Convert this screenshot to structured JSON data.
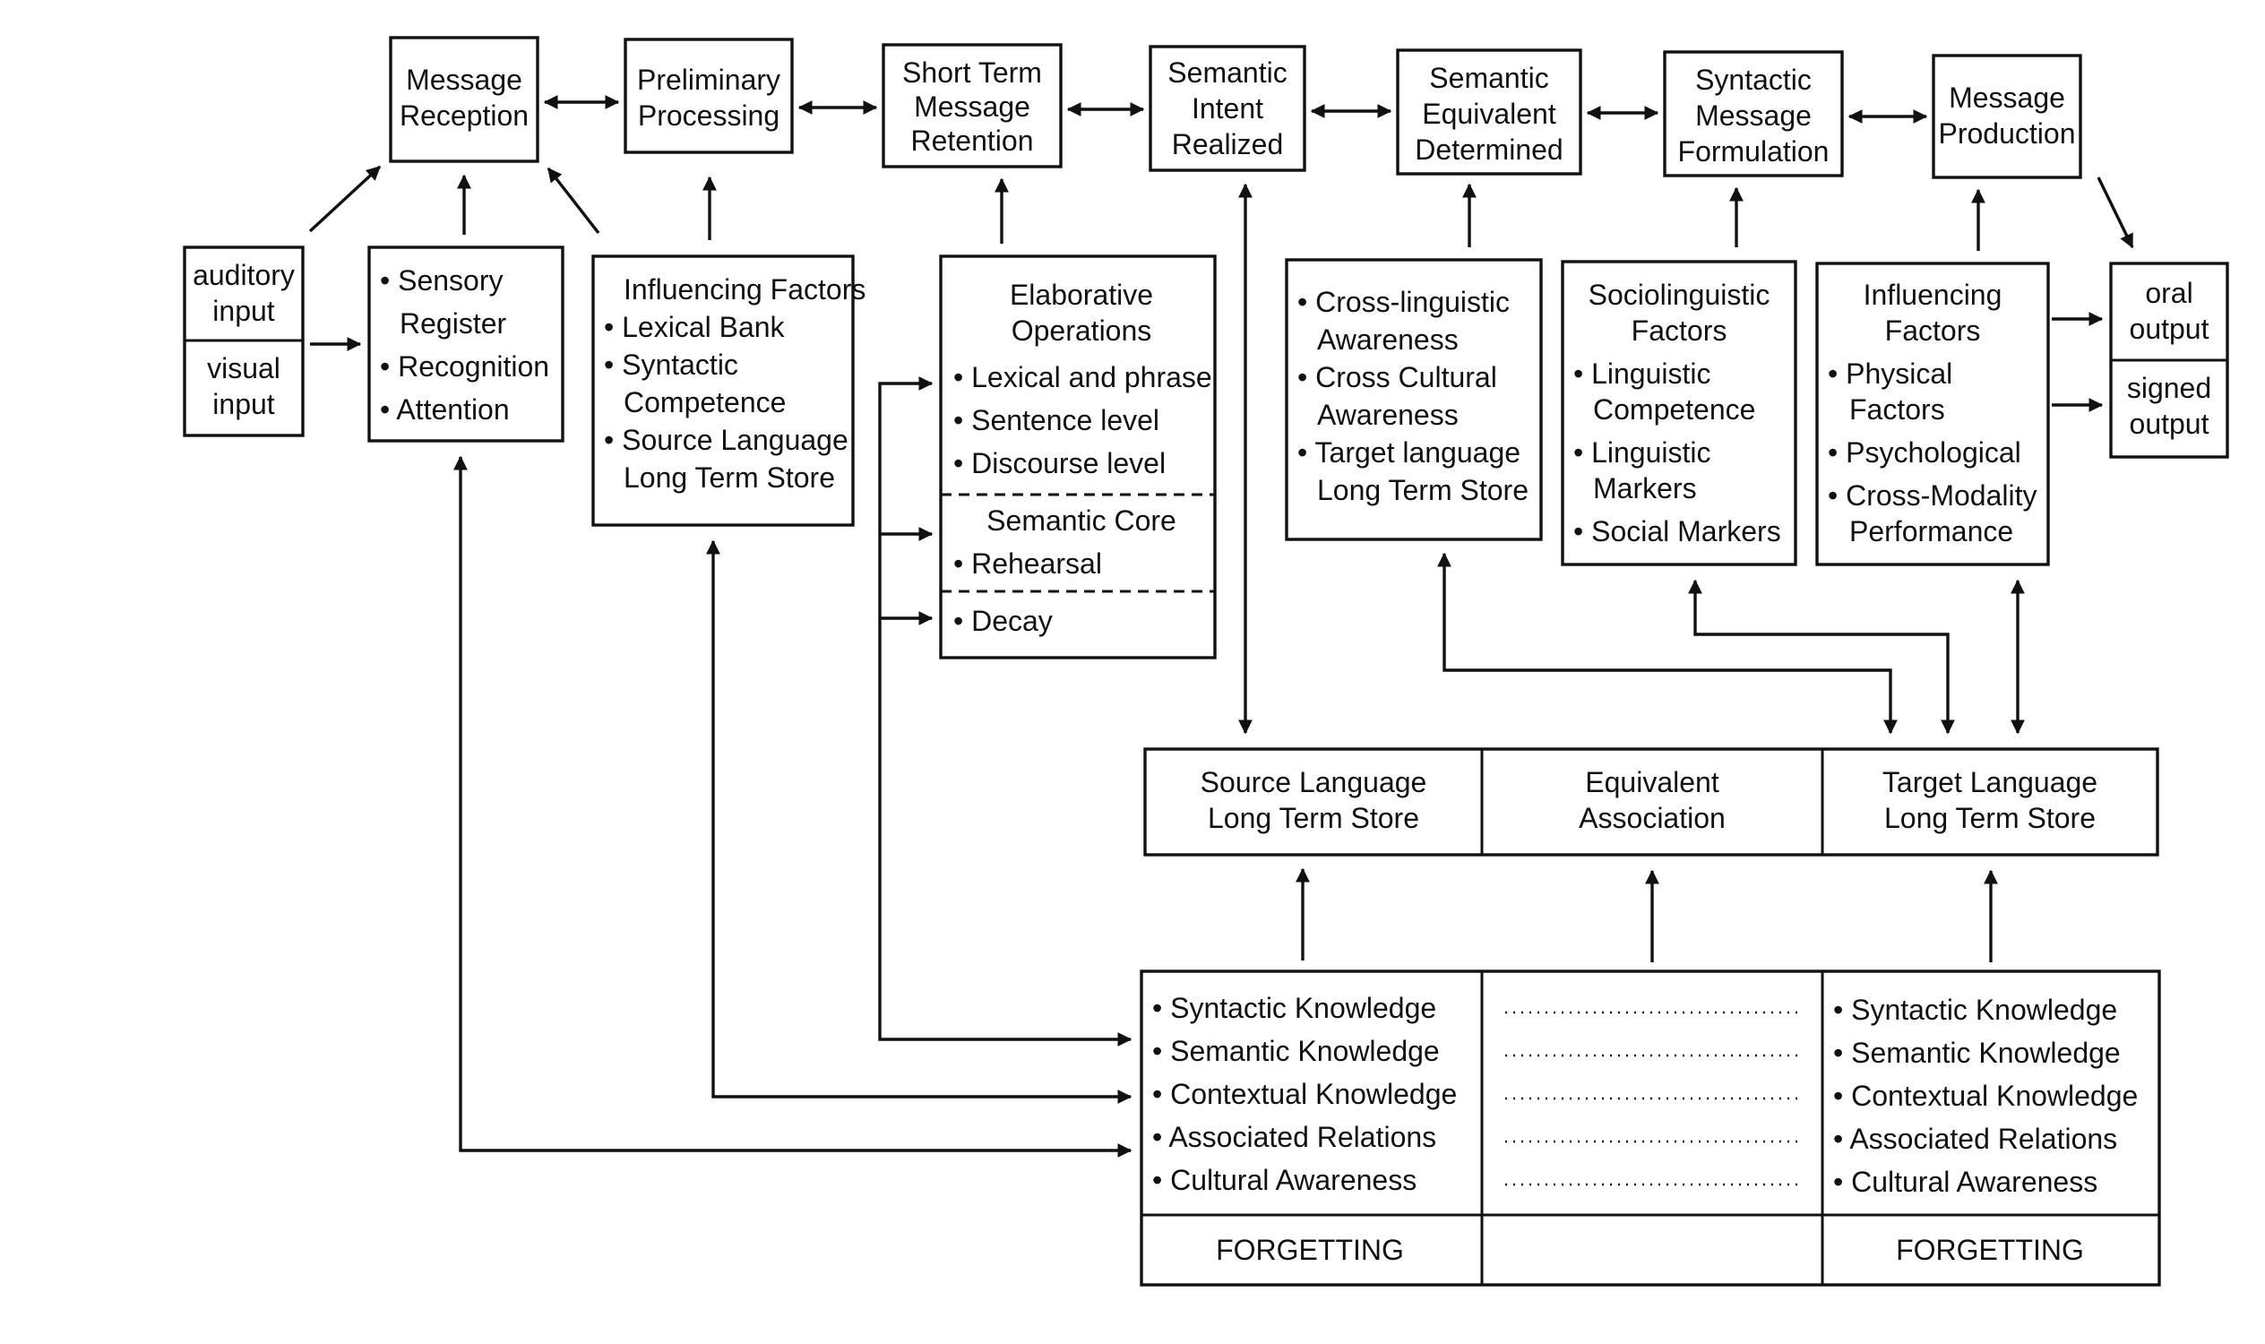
{
  "top_row": {
    "message_reception": [
      "Message",
      "Reception"
    ],
    "preliminary_processing": [
      "Preliminary",
      "Processing"
    ],
    "short_term_retention": [
      "Short Term",
      "Message",
      "Retention"
    ],
    "semantic_intent": [
      "Semantic",
      "Intent",
      "Realized"
    ],
    "semantic_equivalent": [
      "Semantic",
      "Equivalent",
      "Determined"
    ],
    "syntactic_formulation": [
      "Syntactic",
      "Message",
      "Formulation"
    ],
    "message_production": [
      "Message",
      "Production"
    ]
  },
  "inputs": {
    "auditory": [
      "auditory",
      "input"
    ],
    "visual": [
      "visual",
      "input"
    ]
  },
  "sensory": [
    "• Sensory",
    "Register",
    "• Recognition",
    "• Attention"
  ],
  "influencing_source": [
    "Influencing Factors",
    "• Lexical Bank",
    "• Syntactic",
    "Competence",
    "• Source Language",
    "Long Term Store"
  ],
  "elaborative": {
    "top": [
      "Elaborative",
      "Operations",
      "• Lexical and phrase",
      "• Sentence level",
      "• Discourse level"
    ],
    "middle": [
      "Semantic Core",
      "• Rehearsal"
    ],
    "bottom": [
      "• Decay"
    ]
  },
  "cross_awareness": [
    "• Cross-linguistic",
    "Awareness",
    "• Cross Cultural",
    "Awareness",
    "• Target language",
    "Long Term Store"
  ],
  "sociolinguistic": [
    "Sociolinguistic",
    "Factors",
    "• Linguistic",
    "Competence",
    "• Linguistic",
    "Markers",
    "• Social Markers"
  ],
  "influencing_target": [
    "Influencing",
    "Factors",
    "• Physical",
    "Factors",
    "• Psychological",
    "• Cross-Modality",
    "Performance"
  ],
  "outputs": {
    "oral": [
      "oral",
      "output"
    ],
    "signed": [
      "signed",
      "output"
    ]
  },
  "long_term": {
    "source": [
      "Source Language",
      "Long Term Store"
    ],
    "equivalent": [
      "Equivalent",
      "Association"
    ],
    "target": [
      "Target Language",
      "Long Term Store"
    ]
  },
  "knowledge": {
    "source": [
      "• Syntactic Knowledge",
      "• Semantic Knowledge",
      "• Contextual Knowledge",
      "• Associated Relations",
      "• Cultural Awareness"
    ],
    "target": [
      "• Syntactic Knowledge",
      "• Semantic Knowledge",
      "• Contextual Knowledge",
      "• Associated Relations",
      "• Cultural Awareness"
    ],
    "forgetting_source": "FORGETTING",
    "forgetting_target": "FORGETTING"
  }
}
